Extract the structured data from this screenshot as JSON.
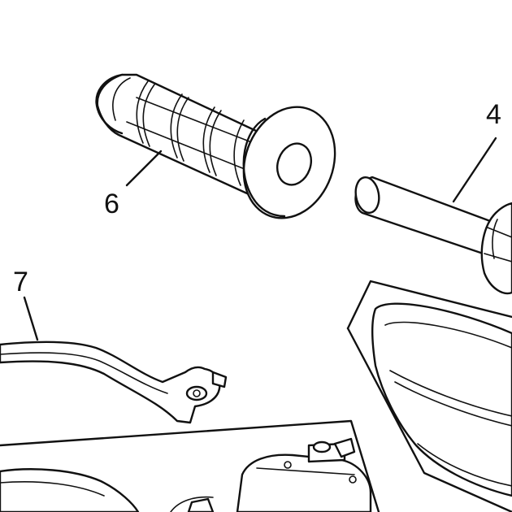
{
  "callouts": {
    "part_4": "4",
    "part_6": "6",
    "part_7": "7"
  },
  "colors": {
    "ink": "#111111",
    "paper": "#ffffff"
  }
}
